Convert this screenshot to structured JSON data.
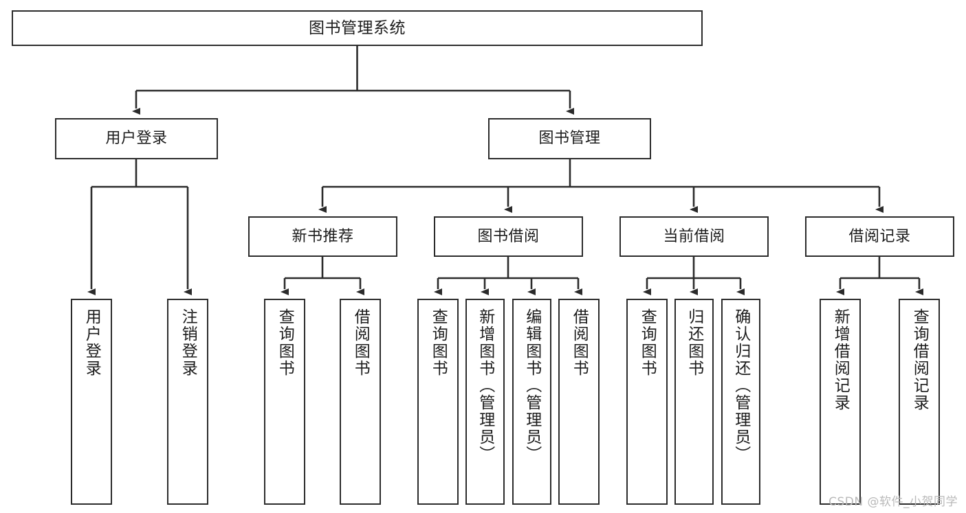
{
  "diagram": {
    "type": "tree-hierarchy",
    "title": "图书管理系统",
    "orientation": "top-down",
    "colors": {
      "box_border": "#2b2b2b",
      "box_fill": "#ffffff",
      "edge": "#2b2b2b",
      "text": "#1c1c1c",
      "watermark": "#b9b9b9"
    },
    "nodes": {
      "root": {
        "label": "图书管理系统"
      },
      "level2": [
        {
          "id": "user-login",
          "label": "用户登录"
        },
        {
          "id": "book-management",
          "label": "图书管理"
        }
      ],
      "level3": [
        {
          "id": "new-book-recommend",
          "label": "新书推荐"
        },
        {
          "id": "book-borrow",
          "label": "图书借阅"
        },
        {
          "id": "current-borrow",
          "label": "当前借阅"
        },
        {
          "id": "borrow-record",
          "label": "借阅记录"
        }
      ],
      "leaves": [
        {
          "id": "leaf-user-login",
          "parent": "user-login",
          "label": "用户登录"
        },
        {
          "id": "leaf-user-logout",
          "parent": "user-login",
          "label": "注销登录"
        },
        {
          "id": "leaf-query-book-1",
          "parent": "new-book-recommend",
          "label": "查询图书"
        },
        {
          "id": "leaf-borrow-book-1",
          "parent": "new-book-recommend",
          "label": "借阅图书"
        },
        {
          "id": "leaf-query-book-2",
          "parent": "book-borrow",
          "label": "查询图书"
        },
        {
          "id": "leaf-add-book-admin",
          "parent": "book-borrow",
          "label": "新增图书（管理员）"
        },
        {
          "id": "leaf-edit-book-admin",
          "parent": "book-borrow",
          "label": "编辑图书（管理员）"
        },
        {
          "id": "leaf-borrow-book-2",
          "parent": "book-borrow",
          "label": "借阅图书"
        },
        {
          "id": "leaf-query-book-3",
          "parent": "current-borrow",
          "label": "查询图书"
        },
        {
          "id": "leaf-return-book",
          "parent": "current-borrow",
          "label": "归还图书"
        },
        {
          "id": "leaf-confirm-return-admin",
          "parent": "current-borrow",
          "label": "确认归还（管理员）"
        },
        {
          "id": "leaf-add-borrow-record",
          "parent": "borrow-record",
          "label": "新增借阅记录"
        },
        {
          "id": "leaf-query-borrow-record",
          "parent": "borrow-record",
          "label": "查询借阅记录"
        }
      ]
    },
    "watermark": "CSDN @软件_小贺同学"
  }
}
